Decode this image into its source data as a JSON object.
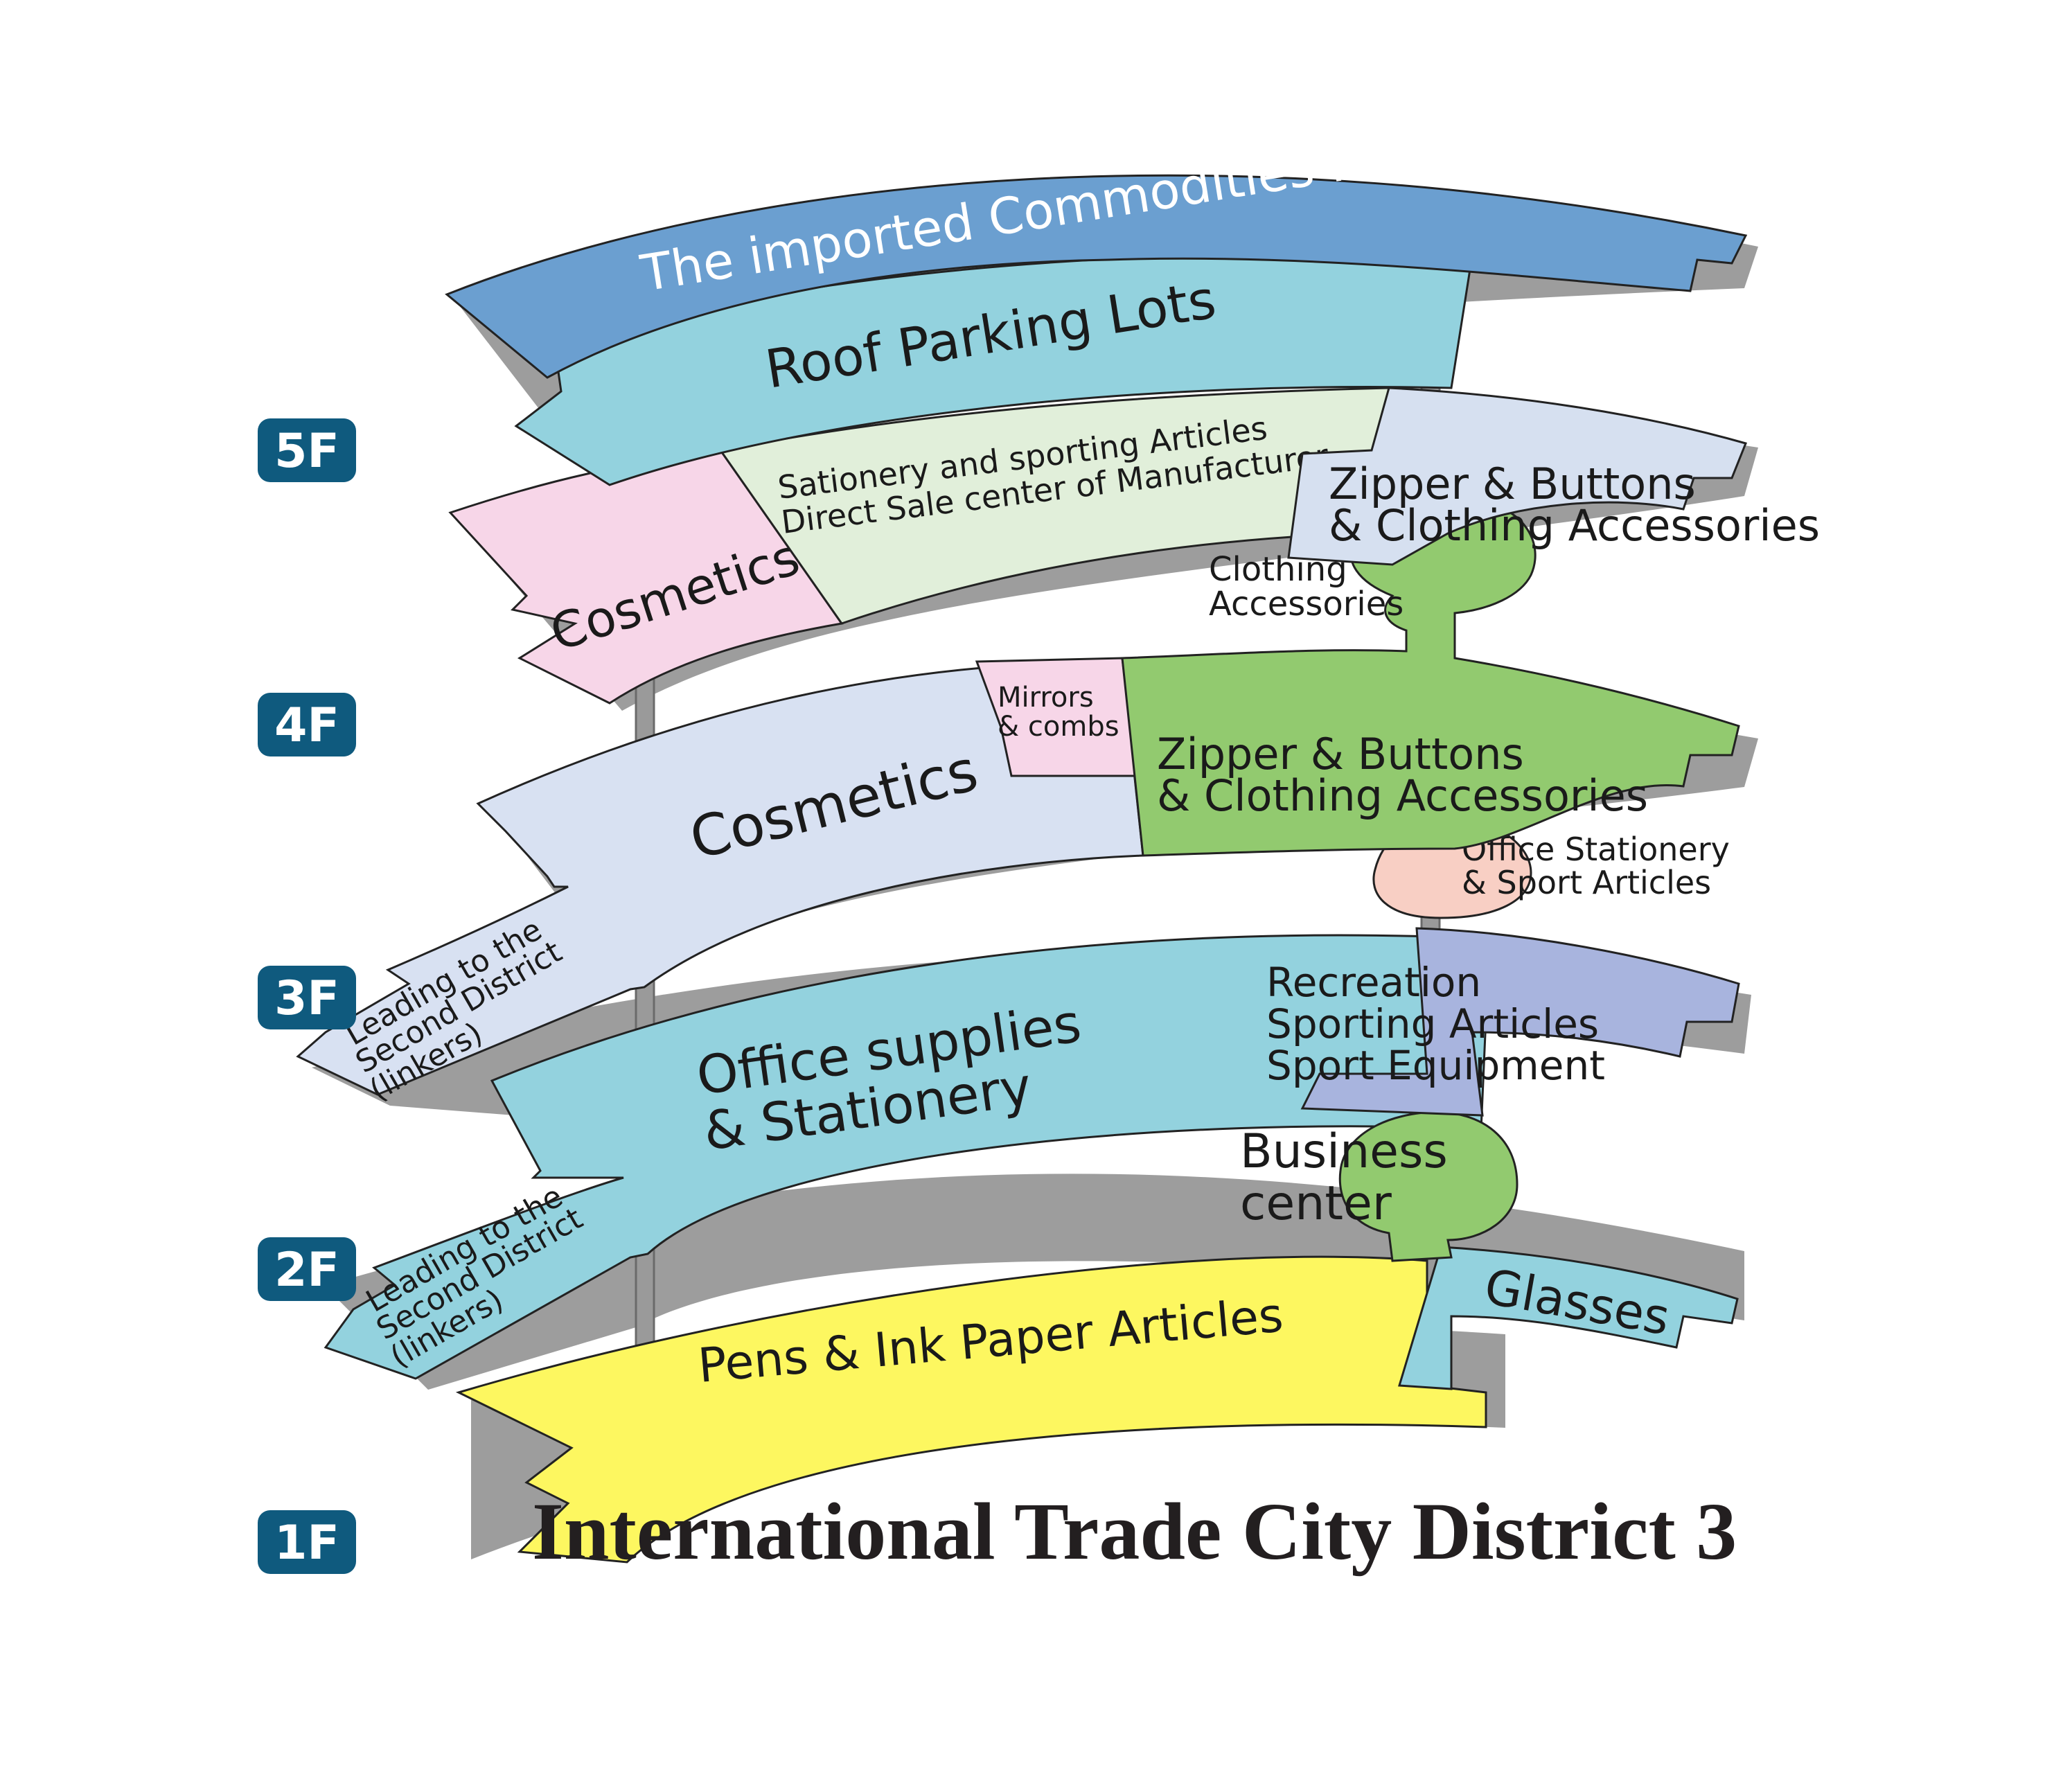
{
  "title": "International Trade City District 3",
  "colors": {
    "imported_mall": "#6b9fd0",
    "roof_parking": "#93d2de",
    "cosmetics_pink": "#f7d6e8",
    "stationery_green_light": "#e1efda",
    "zipper_blue_light": "#d6e0f0",
    "clothing_green": "#92ca6f",
    "cosmetics_blue_light": "#d8e1f2",
    "office_teal": "#93d2de",
    "recreation_purple": "#a8b4de",
    "office_stationery_peach": "#f8cfc4",
    "pens_yellow": "#fdf760",
    "badge": "#0f5a7e",
    "pole": "#9a9a9a",
    "shadow": "#8c8c8c"
  },
  "floors": [
    {
      "badge": "5F"
    },
    {
      "badge": "4F"
    },
    {
      "badge": "3F"
    },
    {
      "badge": "2F"
    },
    {
      "badge": "1F"
    }
  ],
  "zones": {
    "imported_mall": "The imported   Commodities Mall",
    "roof_parking": "Roof  Parking  Lots",
    "cosmetics_5f": "Cosmetics",
    "stationery_5f": {
      "line1": "Sationery and sporting Articles",
      "line2": "Direct Sale center of Manufacturer"
    },
    "zipper_5f": {
      "line1": "Zipper & Buttons",
      "line2": "& Clothing Accessories"
    },
    "clothing_acc_4f": {
      "line1": "Clothing",
      "line2": "Accessories"
    },
    "mirrors_4f": {
      "line1": "Mirrors",
      "line2": "& combs"
    },
    "cosmetics_4f": "Cosmetics",
    "zipper_4f": {
      "line1": "Zipper & Buttons",
      "line2": "& Clothing Accessories"
    },
    "office_stationery_3f": {
      "line1": "Office Stationery",
      "line2": "& Sport Articles"
    },
    "linkers_3f": {
      "line1": "Leading to the",
      "line2": "Second District",
      "line3": "(linkers)"
    },
    "office_supplies_3f": {
      "line1": "Office supplies",
      "line2": "& Stationery"
    },
    "recreation_3f": {
      "line1": "Recreation",
      "line2": "Sporting Articles",
      "line3": "Sport Equipment"
    },
    "business_2f": {
      "line1": "Business",
      "line2": "center"
    },
    "linkers_2f": {
      "line1": "Leading to the",
      "line2": "Second District",
      "line3": "(linkers)"
    },
    "glasses_2f": "Glasses",
    "pens_1f": "Pens & Ink Paper Articles"
  }
}
